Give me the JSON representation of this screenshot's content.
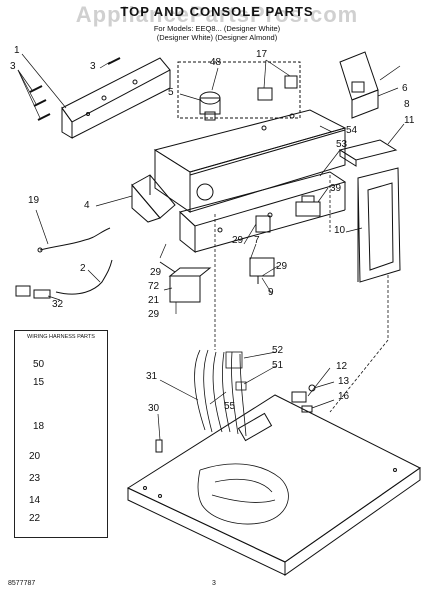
{
  "header": {
    "title": "TOP AND CONSOLE PARTS",
    "subtitle_line1": "For Models: EEQ8... (Designer White)",
    "subtitle_line2": "(Designer White) (Designer Almond)",
    "watermark": "AppliancePartsPros.com"
  },
  "callouts": {
    "c1": "1",
    "c3a": "3",
    "c3b": "3",
    "c48": "48",
    "c17": "17",
    "c5": "5",
    "c6": "6",
    "c8": "8",
    "c11": "11",
    "c54": "54",
    "c53": "53",
    "c39": "39",
    "c4": "4",
    "c19": "19",
    "c29a": "29",
    "c7": "7",
    "c29b": "29",
    "c29c": "29",
    "c10": "10",
    "c2": "2",
    "c72": "72",
    "c21": "21",
    "c32": "32",
    "c29d": "29",
    "c9": "9",
    "c52": "52",
    "c51": "51",
    "c12": "12",
    "c13": "13",
    "c31": "31",
    "c55": "55",
    "c16": "16",
    "c30": "30"
  },
  "harness": {
    "title": "WIRING HARNESS PARTS",
    "items": [
      "50",
      "15",
      "18",
      "20",
      "23",
      "14",
      "22"
    ]
  },
  "footer": {
    "doc_number": "8577787",
    "page_number": "3"
  }
}
